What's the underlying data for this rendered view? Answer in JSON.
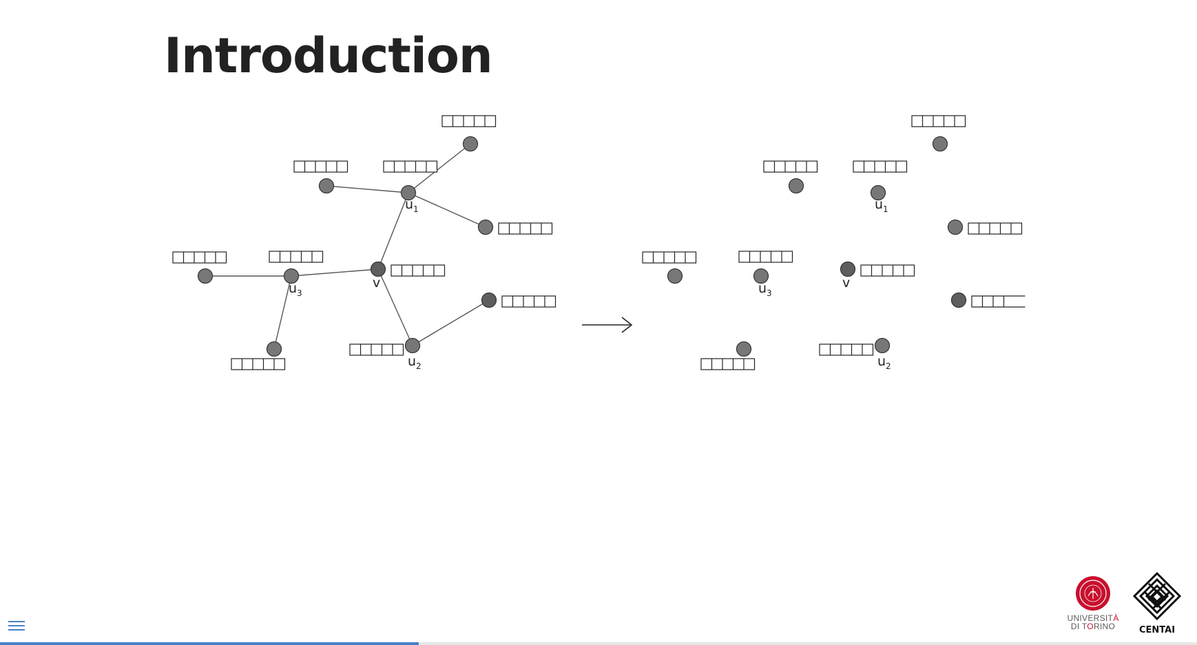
{
  "slide": {
    "title": "Introduction"
  },
  "diagram": {
    "arrow": "→",
    "left_graph": {
      "labels": {
        "u1": "u",
        "u1_sub": "1",
        "u2": "u",
        "u2_sub": "2",
        "u3": "u",
        "u3_sub": "3",
        "v": "v"
      }
    },
    "right_graph": {
      "labels": {
        "u1": "u",
        "u1_sub": "1",
        "u2": "u",
        "u2_sub": "2",
        "u3": "u",
        "u3_sub": "3",
        "v": "v"
      }
    }
  },
  "progress": {
    "fraction": 0.35
  },
  "logos": {
    "unito": {
      "line1_a": "UNIVERSIT",
      "line1_b": "À",
      "line2_a": "DI T",
      "line2_b": "O",
      "line2_c": "RINO"
    },
    "centai": {
      "name": "CENTAI"
    }
  },
  "colors": {
    "node": "#777777",
    "node_dark": "#5e5e5e",
    "edge": "#555555",
    "accent": "#4a80c4",
    "unito_red": "#c8102e"
  }
}
